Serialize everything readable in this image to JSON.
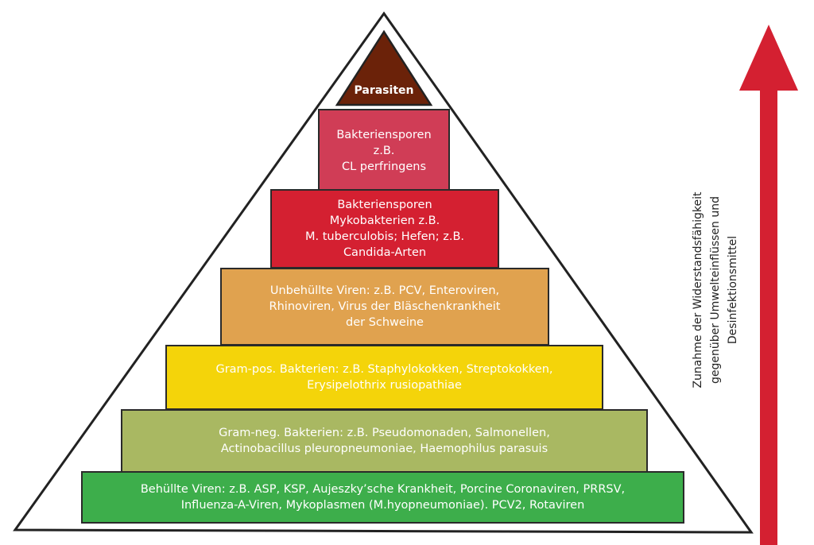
{
  "apex": {
    "label": "Parasiten",
    "color": "#6b2209"
  },
  "levels": [
    {
      "lines": [
        "Bakteriensporen",
        "z.B.",
        "CL perfringens"
      ],
      "color": "#d03d56"
    },
    {
      "lines": [
        "Bakteriensporen",
        "Mykobakterien z.B.",
        "M. tuberculobis; Hefen; z.B.",
        "Candida-Arten"
      ],
      "color": "#d42031"
    },
    {
      "lines": [
        "Unbehüllte Viren: z.B. PCV, Enteroviren,",
        "Rhinoviren, Virus der Bläschenkrankheit",
        "der Schweine"
      ],
      "color": "#e0a24f"
    },
    {
      "lines": [
        "Gram-pos. Bakterien: z.B. Staphylokokken, Streptokokken,",
        "Erysipelothrix rusiopathiae"
      ],
      "color": "#f4d40a"
    },
    {
      "lines": [
        "Gram-neg. Bakterien: z.B. Pseudomonaden, Salmonellen,",
        "Actinobacillus pleuropneumoniae, Haemophilus parasuis"
      ],
      "color": "#a9b862"
    },
    {
      "lines": [
        "Behüllte Viren: z.B. ASP, KSP, Aujeszky’sche Krankheit, Porcine Coronaviren, PRRSV,",
        "Influenza-A-Viren, Mykoplasmen (M.hyopneumoniae). PCV2, Rotaviren"
      ],
      "color": "#3dae4b"
    }
  ],
  "arrow": {
    "color": "#d42031",
    "direction": "up",
    "label_lines": [
      "Zunahme der Widerstandsfähigkeit",
      "gegenüber Umwelteinflüssen und",
      "Desinfektionsmittel"
    ]
  }
}
